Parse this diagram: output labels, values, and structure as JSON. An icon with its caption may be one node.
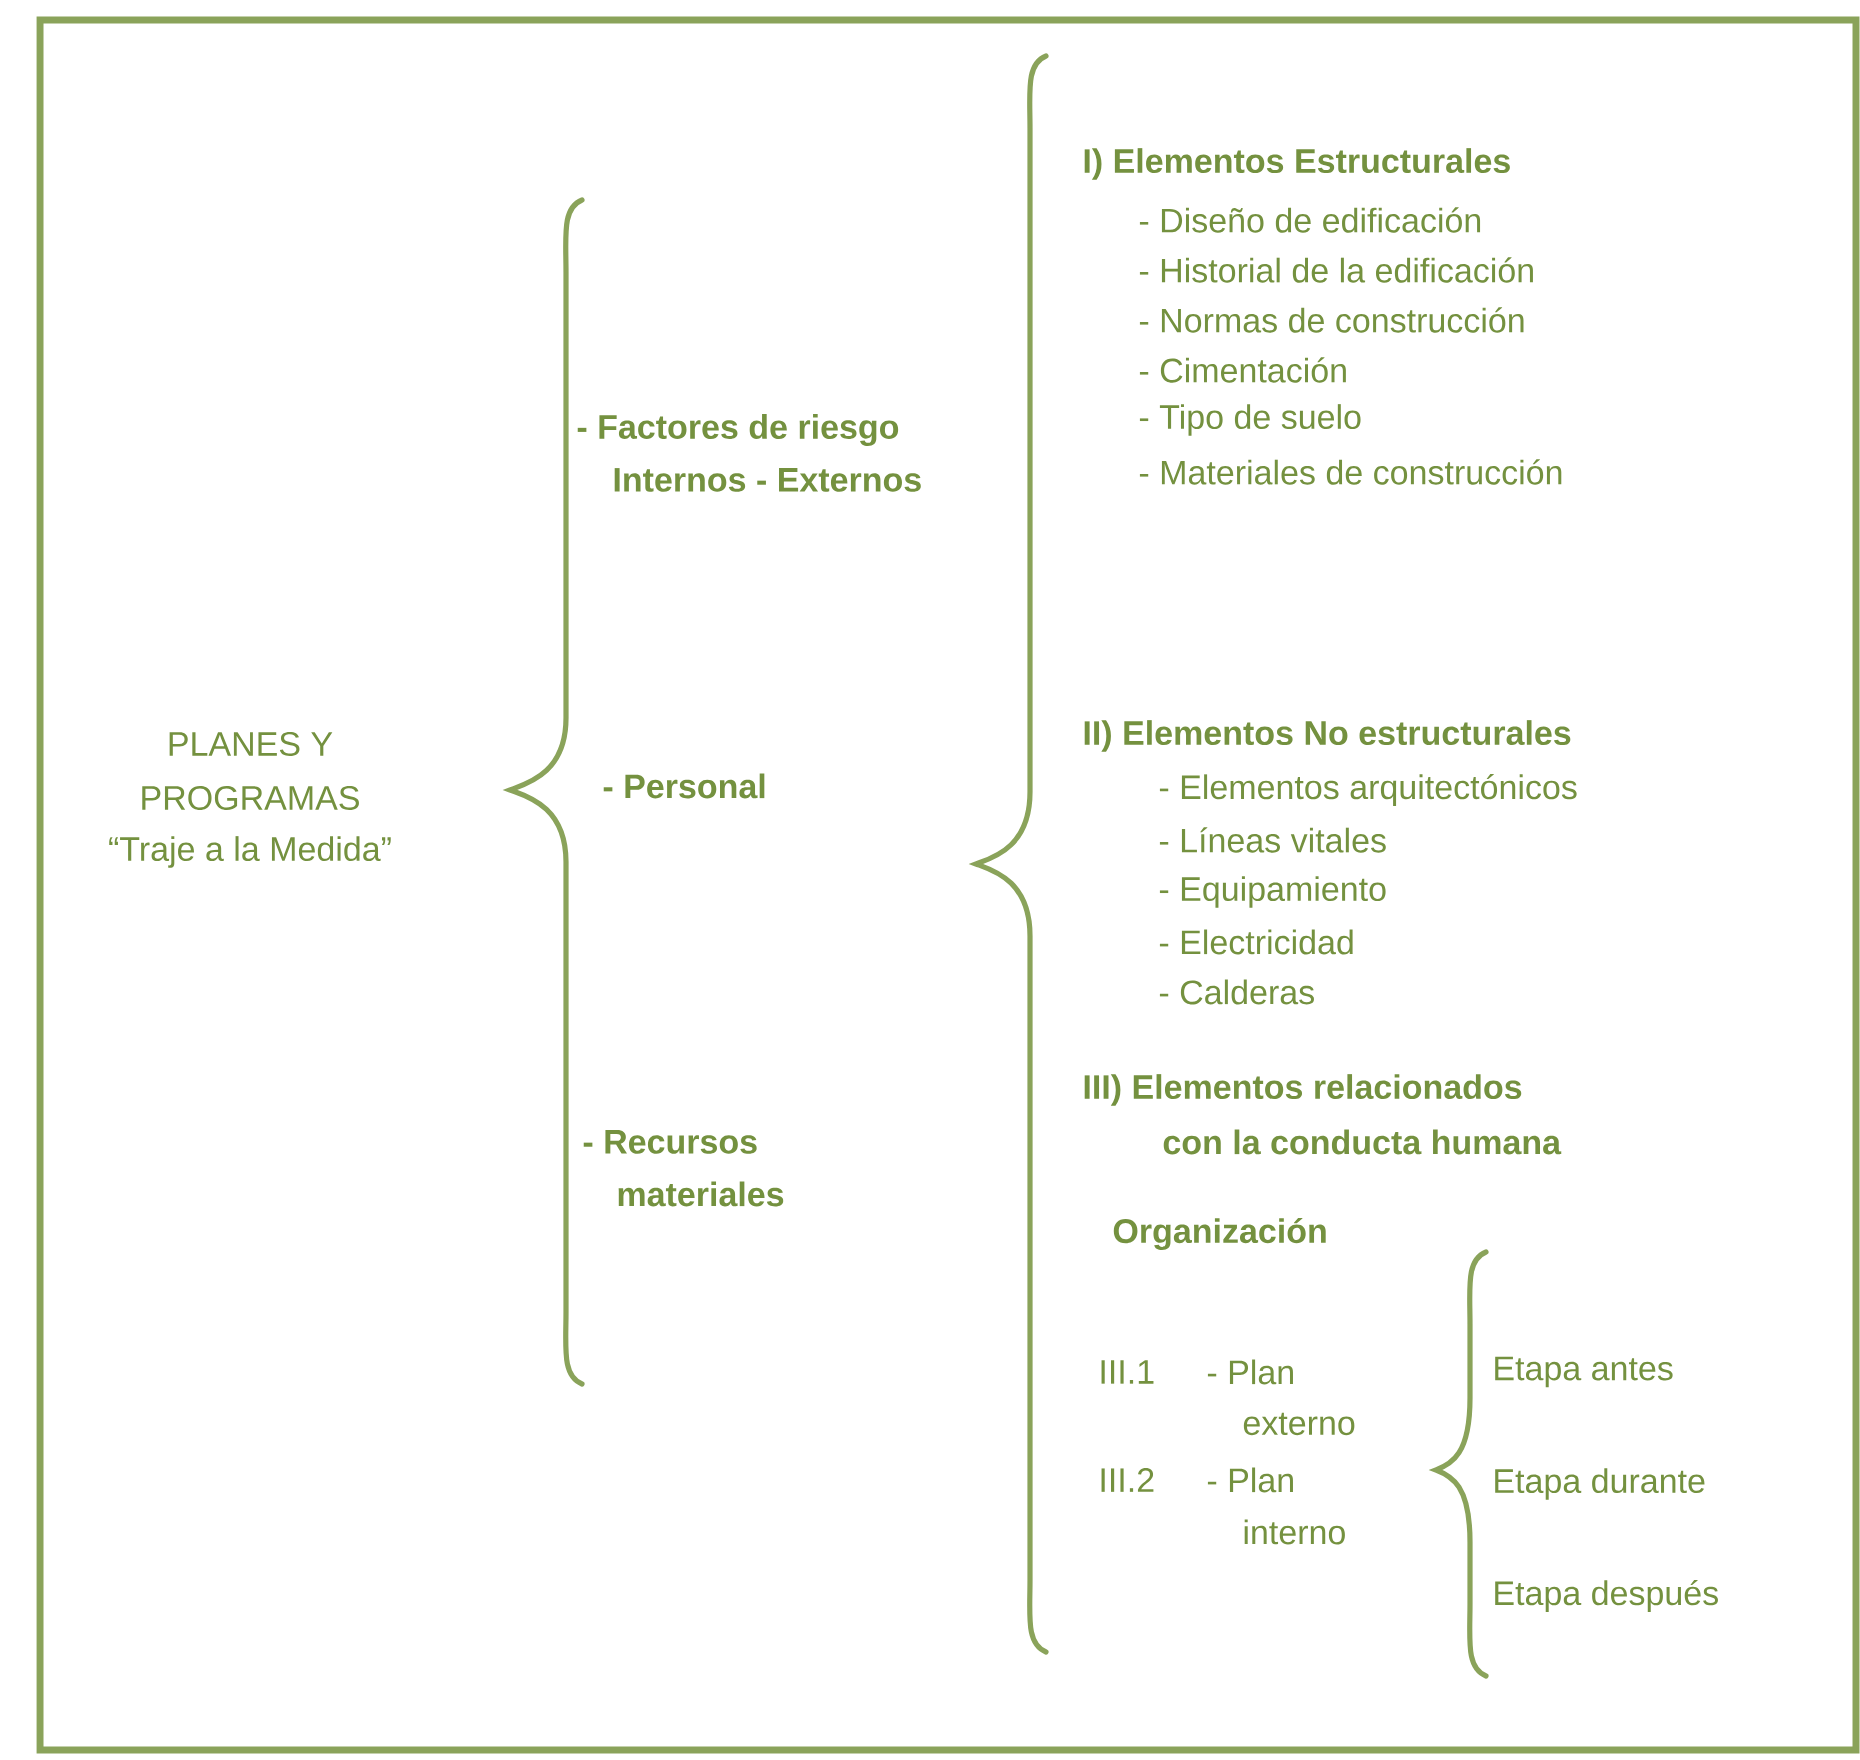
{
  "diagram": {
    "labels": [
      "PLANES Y",
      "PROGRAMAS",
      "“Traje a la Medida”",
      "- Factores de riesgo",
      "Internos - Externos",
      "- Personal",
      "- Recursos",
      "materiales",
      "I) Elementos Estructurales",
      "- Diseño de edificación",
      "- Historial de la edificación",
      "- Normas de construcción",
      "- Cimentación",
      "- Tipo de suelo",
      "- Materiales de construcción",
      "II) Elementos No estructurales",
      "- Elementos arquitectónicos",
      "- Líneas vitales",
      "- Equipamiento",
      "- Electricidad",
      "- Calderas",
      "III) Elementos relacionados",
      "con la conducta humana",
      "Organización",
      "III.1",
      "- Plan",
      "externo",
      "III.2",
      "- Plan",
      "interno",
      "Etapa antes",
      "Etapa durante",
      "Etapa después"
    ]
  }
}
